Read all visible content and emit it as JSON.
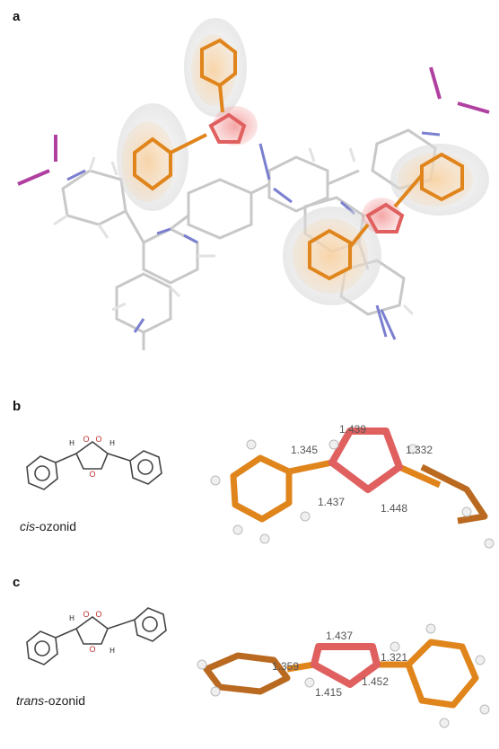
{
  "panels": {
    "a": {
      "label": "a"
    },
    "b": {
      "label": "b",
      "caption_italic": "cis",
      "caption_rest": "-ozonid",
      "bonds": [
        "1.345",
        "1.439",
        "1.332",
        "1.437",
        "1.448"
      ]
    },
    "c": {
      "label": "c",
      "caption_italic": "trans",
      "caption_rest": "-ozonid",
      "bonds": [
        "1.437",
        "1.359",
        "1.321",
        "1.415",
        "1.452"
      ]
    }
  },
  "atom_labels": {
    "oxygen": "O",
    "hydrogen": "H"
  },
  "colors": {
    "carbon_orange": "#E0851C",
    "oxygen_red": "#E06060",
    "nitrogen_blue": "#7A7FD0",
    "iodine_purple": "#B040A0",
    "framework_gray": "#C8C8C8",
    "hydrogen_white": "#F2F2F2"
  }
}
